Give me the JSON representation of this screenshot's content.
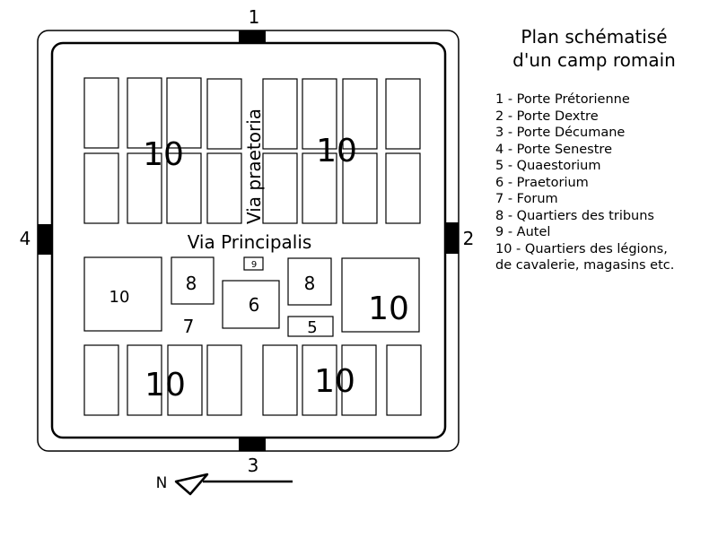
{
  "legend": {
    "title_line1": "Plan schématisé",
    "title_line2": "d'un camp romain",
    "items": [
      "1 - Porte Prétorienne",
      "2 - Porte Dextre",
      "3 - Porte Décumane",
      "4 - Porte Senestre",
      "5 - Quaestorium",
      "6 - Praetorium",
      "7 - Forum",
      "8 - Quartiers des tribuns",
      "9 - Autel",
      "10 - Quartiers des légions,",
      "de cavalerie, magasins etc."
    ]
  },
  "gates": {
    "north": "1",
    "east": "2",
    "south": "3",
    "west": "4"
  },
  "roads": {
    "praetoria": "Via praetoria",
    "principalis": "Via Principalis"
  },
  "zones": {
    "quarters": "10",
    "tribunes": "8",
    "praetorium": "6",
    "forum": "7",
    "quaestorium": "5",
    "altar": "9"
  },
  "compass": {
    "north_label": "N"
  }
}
